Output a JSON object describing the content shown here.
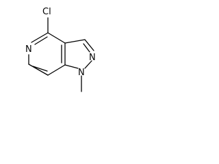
{
  "molecule": {
    "labels": {
      "chlorine": "Cl",
      "pyridine_nitrogen": "N",
      "pyrazole_n2": "N",
      "pyrazole_n1": "N"
    },
    "bonds": [
      {
        "name": "bond-c4-c3a",
        "order": 1
      },
      {
        "name": "bond-c4-n5",
        "order": 2
      },
      {
        "name": "bond-n5-c6",
        "order": 1
      },
      {
        "name": "bond-c6-c7",
        "order": 2
      },
      {
        "name": "bond-c7-c7a",
        "order": 1
      },
      {
        "name": "bond-c7a-c3a",
        "order": 2
      },
      {
        "name": "bond-c3a-c3",
        "order": 1
      },
      {
        "name": "bond-c3-n2",
        "order": 2
      },
      {
        "name": "bond-n2-n1",
        "order": 1
      },
      {
        "name": "bond-n1-c7a",
        "order": 1
      },
      {
        "name": "bond-c4-cl",
        "order": 1
      },
      {
        "name": "bond-n1-methyl",
        "order": 1
      }
    ]
  }
}
